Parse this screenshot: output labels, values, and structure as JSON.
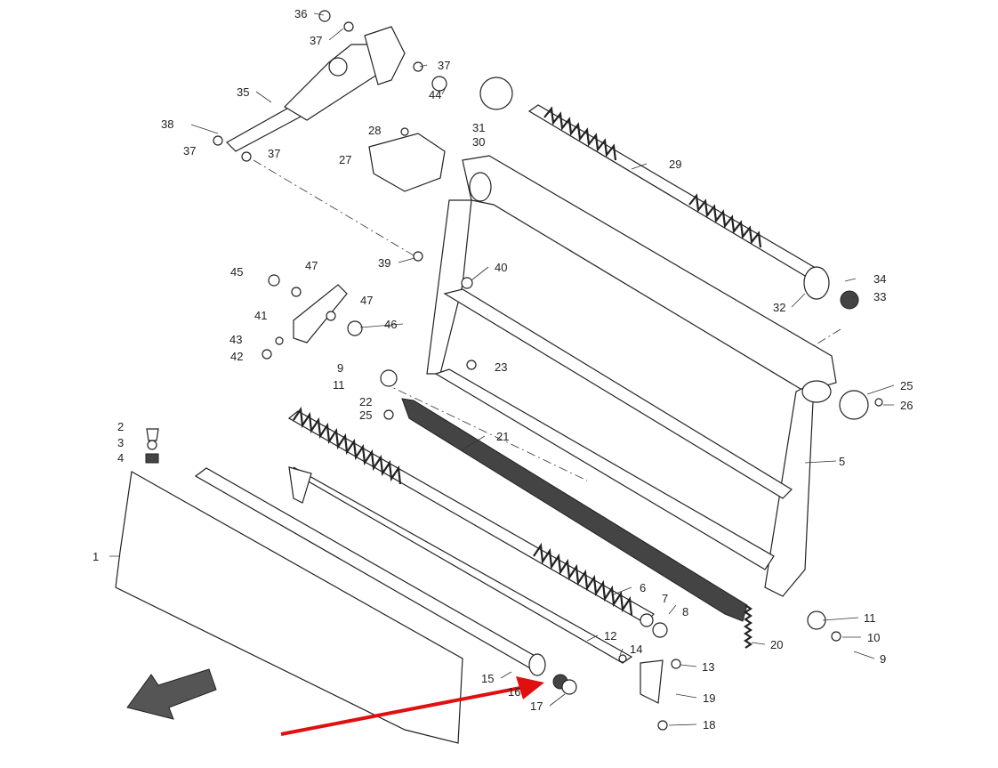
{
  "diagram": {
    "title": "Exploded parts diagram - roller frame assembly",
    "highlight_color": "#e01010",
    "callouts": [
      {
        "id": "c36",
        "text": "36"
      },
      {
        "id": "c37a",
        "text": "37"
      },
      {
        "id": "c37b",
        "text": "37"
      },
      {
        "id": "c44",
        "text": "44"
      },
      {
        "id": "c35",
        "text": "35"
      },
      {
        "id": "c38",
        "text": "38"
      },
      {
        "id": "c37c",
        "text": "37"
      },
      {
        "id": "c37d",
        "text": "37"
      },
      {
        "id": "c28",
        "text": "28"
      },
      {
        "id": "c27",
        "text": "27"
      },
      {
        "id": "c31",
        "text": "31"
      },
      {
        "id": "c30",
        "text": "30"
      },
      {
        "id": "c29",
        "text": "29"
      },
      {
        "id": "c39",
        "text": "39"
      },
      {
        "id": "c40",
        "text": "40"
      },
      {
        "id": "c45",
        "text": "45"
      },
      {
        "id": "c47a",
        "text": "47"
      },
      {
        "id": "c47b",
        "text": "47"
      },
      {
        "id": "c41",
        "text": "41"
      },
      {
        "id": "c46",
        "text": "46"
      },
      {
        "id": "c43",
        "text": "43"
      },
      {
        "id": "c42",
        "text": "42"
      },
      {
        "id": "c34",
        "text": "34"
      },
      {
        "id": "c33",
        "text": "33"
      },
      {
        "id": "c32",
        "text": "32"
      },
      {
        "id": "c9a",
        "text": "9"
      },
      {
        "id": "c11a",
        "text": "11"
      },
      {
        "id": "c23",
        "text": "23"
      },
      {
        "id": "c22",
        "text": "22"
      },
      {
        "id": "c25a",
        "text": "25"
      },
      {
        "id": "c21",
        "text": "21"
      },
      {
        "id": "c25b",
        "text": "25"
      },
      {
        "id": "c26",
        "text": "26"
      },
      {
        "id": "c5",
        "text": "5"
      },
      {
        "id": "c2",
        "text": "2"
      },
      {
        "id": "c3",
        "text": "3"
      },
      {
        "id": "c4",
        "text": "4"
      },
      {
        "id": "c1",
        "text": "1"
      },
      {
        "id": "c6",
        "text": "6"
      },
      {
        "id": "c7",
        "text": "7"
      },
      {
        "id": "c8",
        "text": "8"
      },
      {
        "id": "c11b",
        "text": "11"
      },
      {
        "id": "c10",
        "text": "10"
      },
      {
        "id": "c9b",
        "text": "9"
      },
      {
        "id": "c20",
        "text": "20"
      },
      {
        "id": "c12",
        "text": "12"
      },
      {
        "id": "c14",
        "text": "14"
      },
      {
        "id": "c13",
        "text": "13"
      },
      {
        "id": "c15",
        "text": "15"
      },
      {
        "id": "c16",
        "text": "16"
      },
      {
        "id": "c17",
        "text": "17"
      },
      {
        "id": "c19",
        "text": "19"
      },
      {
        "id": "c18",
        "text": "18"
      }
    ]
  }
}
